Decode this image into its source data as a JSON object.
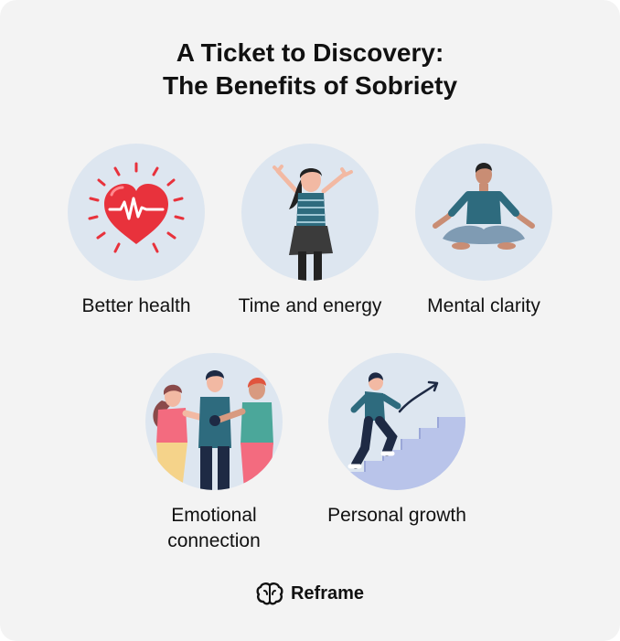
{
  "title": {
    "line1": "A Ticket to Discovery:",
    "line2": "The Benefits of Sobriety"
  },
  "benefits": [
    {
      "label": "Better health",
      "icon": "heartbeat-heart-icon"
    },
    {
      "label": "Time and energy",
      "icon": "joyful-person-icon"
    },
    {
      "label": "Mental clarity",
      "icon": "meditating-person-icon"
    },
    {
      "label": "Emotional connection",
      "icon": "group-hands-together-icon"
    },
    {
      "label": "Personal growth",
      "icon": "climbing-stairs-icon"
    }
  ],
  "brand": {
    "name": "Reframe",
    "icon": "brain-logo-icon"
  },
  "colors": {
    "background": "#f3f3f3",
    "circle": "#dde6f0",
    "heart": "#e8323c",
    "teal": "#2e6b7e",
    "navy": "#1e2a44",
    "pink": "#f36b7f",
    "stairs": "#b9c4ea"
  }
}
